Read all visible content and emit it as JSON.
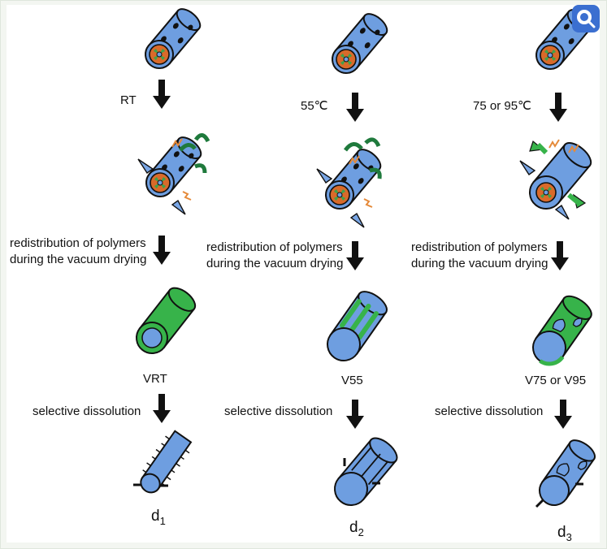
{
  "colors": {
    "blue": "#6e9ee0",
    "green": "#2faa3b",
    "orange": "#e58a3a",
    "dark_green": "#1f7a3c"
  },
  "icons": {
    "zoom": "zoom-magnifier-icon"
  },
  "columns": [
    {
      "condition": "RT",
      "step1": "redistribution of polymers",
      "step2": "during the vacuum drying",
      "sample": "VRT",
      "step3": "selective dissolution",
      "result": "d",
      "result_sub": "1"
    },
    {
      "condition": "55℃",
      "step1": "redistribution of polymers",
      "step2": "during the vacuum drying",
      "sample": "V55",
      "step3": "selective dissolution",
      "result": "d",
      "result_sub": "2"
    },
    {
      "condition": "75 or 95℃",
      "step1": "redistribution of polymers",
      "step2": "during the vacuum drying",
      "sample": "V75 or V95",
      "step3": "selective dissolution",
      "result": "d",
      "result_sub": "3"
    }
  ]
}
